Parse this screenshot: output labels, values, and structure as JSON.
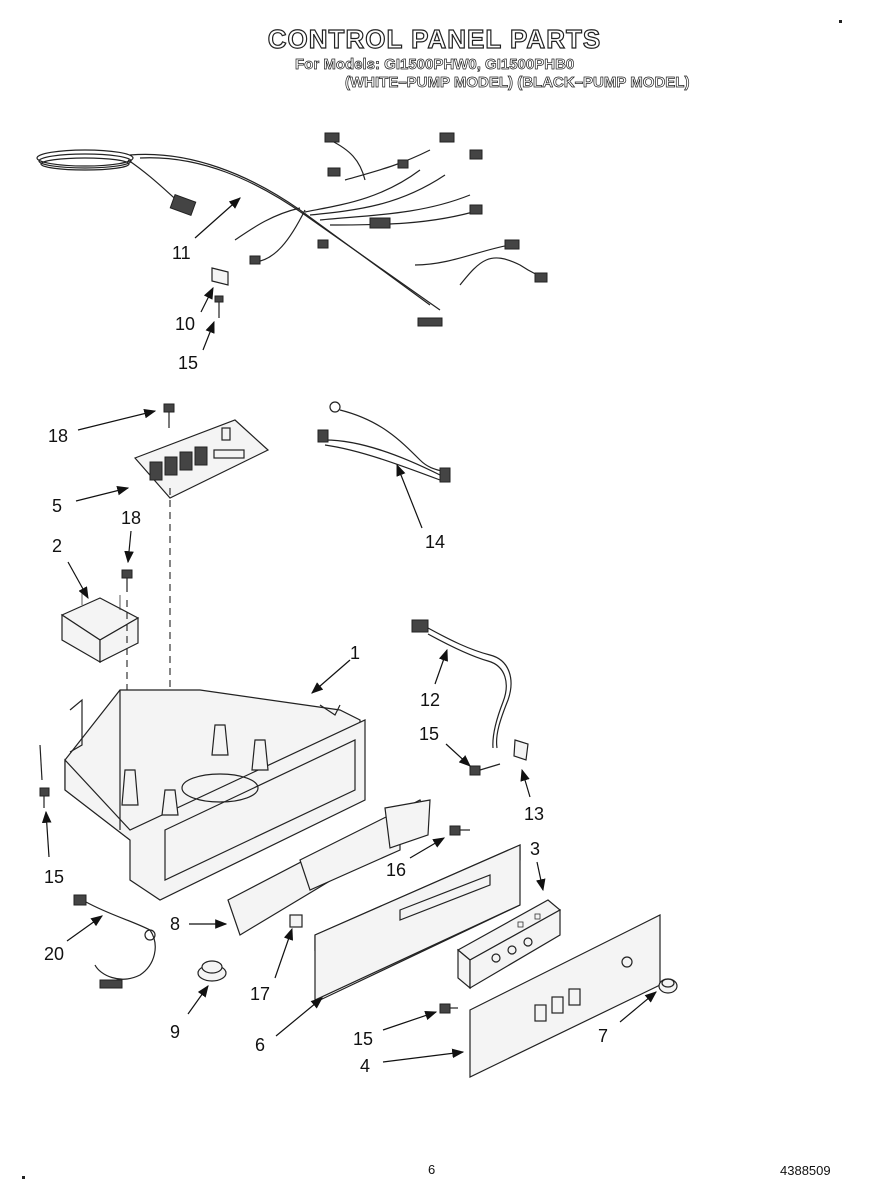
{
  "header": {
    "title": "CONTROL PANEL PARTS",
    "models_line": "For Models: GI1500PHW0, GI1500PHB0",
    "variants_line": "(WHITE–PUMP MODEL) (BLACK–PUMP MODEL)"
  },
  "callouts": {
    "c11": "11",
    "c10": "10",
    "c15a": "15",
    "c18a": "18",
    "c5": "5",
    "c18b": "18",
    "c14": "14",
    "c2": "2",
    "c1": "1",
    "c12": "12",
    "c15b": "15",
    "c13": "13",
    "c15c": "15",
    "c16": "16",
    "c3": "3",
    "c8": "8",
    "c20": "20",
    "c17": "17",
    "c9": "9",
    "c6": "6",
    "c15d": "15",
    "c7": "7",
    "c4": "4"
  },
  "footer": {
    "page_number": "6",
    "doc_number": "4388509"
  }
}
